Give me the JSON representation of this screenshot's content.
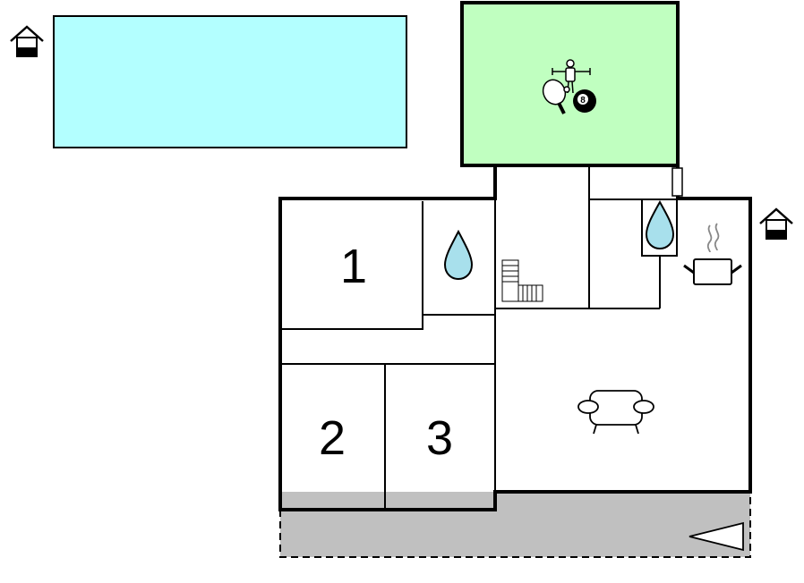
{
  "floorplan": {
    "rooms": [
      {
        "id": "room-1",
        "label": "1",
        "type": "bedroom"
      },
      {
        "id": "room-2",
        "label": "2",
        "type": "bedroom"
      },
      {
        "id": "room-3",
        "label": "3",
        "type": "bedroom"
      }
    ],
    "icons": {
      "entrance": "house-entrance-icon",
      "bathroom": "water-drop-icon",
      "stairs": "stairs-icon",
      "kitchen": "cooking-pot-icon",
      "living": "sofa-icon",
      "game_room": [
        "foosball-icon",
        "table-tennis-icon",
        "billiard-ball-icon"
      ],
      "terrace": "triangle-marker-icon"
    },
    "billiard_ball_number": "8",
    "colors": {
      "pool": "#b3ffff",
      "game_room": "#c0ffc0",
      "terrace": "#c0c0c0",
      "water_drop": "#a8e0ec",
      "wall": "#000000"
    }
  }
}
